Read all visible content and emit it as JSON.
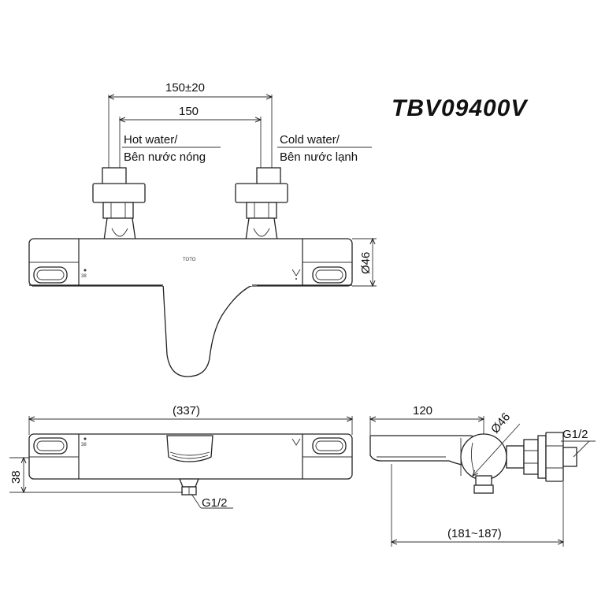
{
  "model": "TBV09400V",
  "labels": {
    "hot_water_en": "Hot water/",
    "hot_water_vi": "Bên nước nóng",
    "cold_water_en": "Cold water/",
    "cold_water_vi": "Bên nước lạnh"
  },
  "dimensions": {
    "inlet_spacing_tol": "150±20",
    "inlet_spacing": "150",
    "body_diameter": "Ø46",
    "overall_length": "(337)",
    "body_height": "38",
    "outlet_thread": "G1/2",
    "spout_reach": "120",
    "side_diameter": "Ø46",
    "side_thread": "G1/2",
    "wall_depth": "(181~187)"
  },
  "body_markings": {
    "brand": "TOTO",
    "temp_mark": "38"
  }
}
